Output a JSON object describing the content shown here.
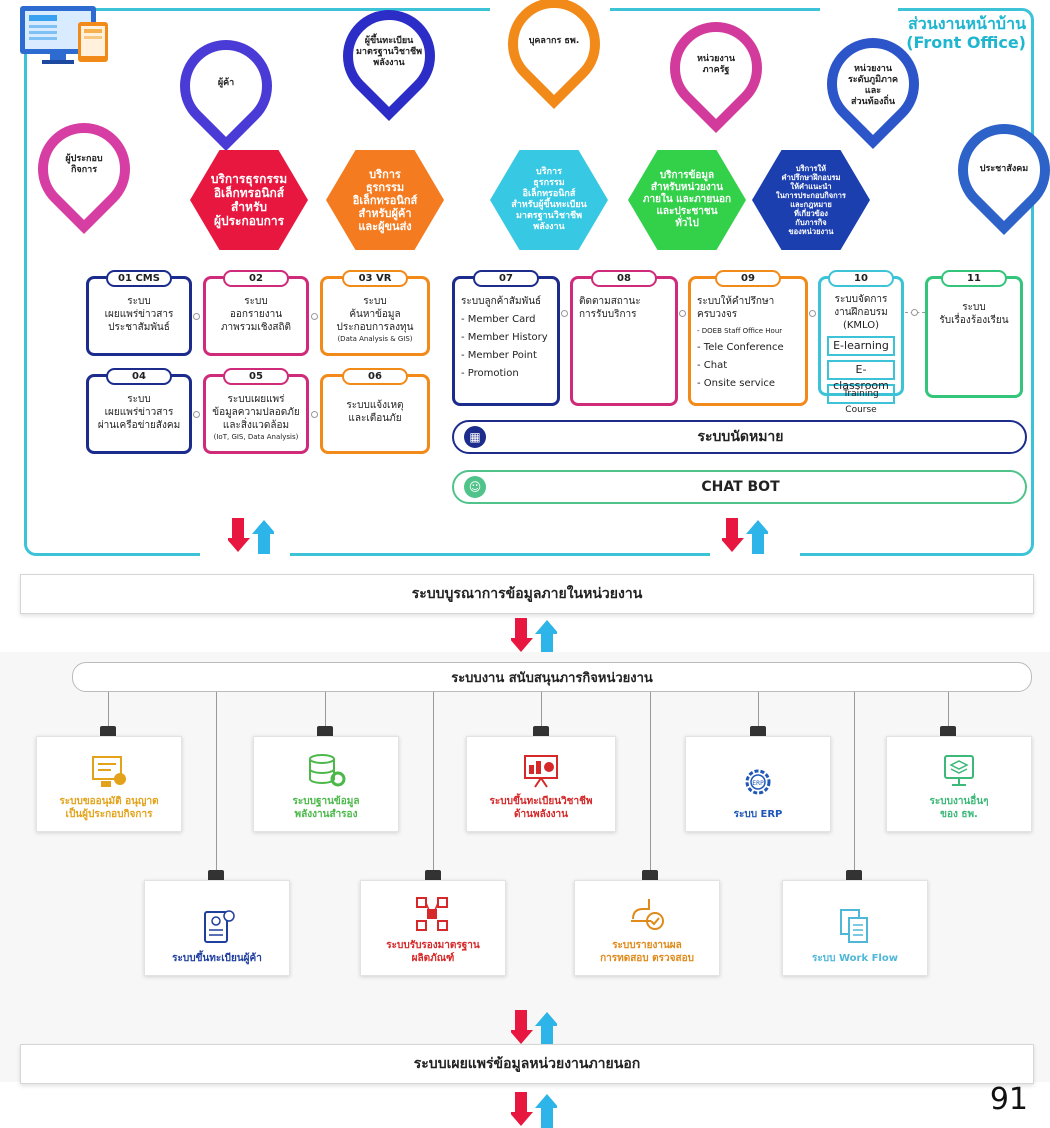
{
  "front_office": {
    "title_line1": "ส่วนงานหน้าบ้าน",
    "title_line2": "(Front Office)"
  },
  "pins": [
    {
      "id": "entrepreneur",
      "label": "ผู้ประกอบ\nกิจการ",
      "color": "#d63ea3"
    },
    {
      "id": "trader",
      "label": "ผู้ค้า",
      "color": "#4b3bd6"
    },
    {
      "id": "registrant",
      "label": "ผู้ขึ้นทะเบียน\nมาตรฐานวิชาชีพ\nพลังงาน",
      "color": "#2c2cc7"
    },
    {
      "id": "staff",
      "label": "บุคลากร ธพ.",
      "color": "#f28a1a"
    },
    {
      "id": "gov",
      "label": "หน่วยงาน\nภาครัฐ",
      "color": "#d23a9c"
    },
    {
      "id": "local",
      "label": "หน่วยงาน\nระดับภูมิภาค\nและ\nส่วนท้องถิ่น",
      "color": "#2b55c9"
    },
    {
      "id": "society",
      "label": "ประชาสังคม",
      "color": "#2d63c8"
    }
  ],
  "hexes": [
    {
      "label": "บริการธุรกรรม\nอิเล็กทรอนิกส์\nสำหรับ\nผู้ประกอบการ",
      "color": "#e8173f"
    },
    {
      "label": "บริการ\nธุรกรรม\nอิเล็กทรอนิกส์\nสำหรับผู้ค้า\nและผู้ขนส่ง",
      "color": "#f47b20"
    },
    {
      "label": "บริการ\nธุรกรรม\nอิเล็กทรอนิกส์\nสำหรับผู้ขึ้นทะเบียน\nมาตรฐานวิชาชีพ\nพลังงาน",
      "color": "#37c8e3"
    },
    {
      "label": "บริการข้อมูล\nสำหรับหน่วยงาน\nภายใน และภายนอก\nและประชาชน\nทั่วไป",
      "color": "#33d14a"
    },
    {
      "label": "บริการให้\nคำปรึกษาฝึกอบรม\nให้คำแนะนำ\nในการประกอบกิจการ\nและกฎหมาย\nที่เกี่ยวข้อง\nกับภารกิจ\nของหน่วยงาน",
      "color": "#1c3fb0"
    }
  ],
  "modules": {
    "m01": {
      "tag": "01 CMS",
      "lines": [
        "ระบบ",
        "เผยแพร่ข่าวสาร",
        "ประชาสัมพันธ์"
      ]
    },
    "m02": {
      "tag": "02",
      "lines": [
        "ระบบ",
        "ออกรายงาน",
        "ภาพรวมเชิงสถิติ"
      ]
    },
    "m03": {
      "tag": "03 VR",
      "lines": [
        "ระบบ",
        "ค้นหาข้อมูล",
        "ประกอบการลงทุน"
      ],
      "small": "(Data Analysis & GIS)"
    },
    "m04": {
      "tag": "04",
      "lines": [
        "ระบบ",
        "เผยแพร่ข่าวสาร",
        "ผ่านเครือข่ายสังคม"
      ]
    },
    "m05": {
      "tag": "05",
      "lines": [
        "ระบบเผยแพร่",
        "ข้อมูลความปลอดภัย",
        "และสิ่งแวดล้อม"
      ],
      "small": "(IoT, GIS, Data Analysis)"
    },
    "m06": {
      "tag": "06",
      "lines": [
        "ระบบแจ้งเหตุ",
        "และเตือนภัย"
      ]
    },
    "m07": {
      "tag": "07",
      "lines": [
        "ระบบลูกค้าสัมพันธ์",
        "- Member Card",
        "- Member History",
        "- Member Point",
        "- Promotion"
      ]
    },
    "m08": {
      "tag": "08",
      "lines": [
        "ติดตามสถานะ",
        "การรับบริการ"
      ]
    },
    "m09": {
      "tag": "09",
      "lines": [
        "ระบบให้คำปรึกษา",
        "ครบวงจร"
      ],
      "small": "- DOEB Staff Office Hour",
      "items": [
        "- Tele Conference",
        "- Chat",
        "- Onsite service"
      ]
    },
    "m10": {
      "tag": "10",
      "lines": [
        "ระบบจัดการ",
        "งานฝึกอบรม",
        "(KMLO)"
      ],
      "buttons": [
        "E-learning",
        "E-classroom",
        "Training Course"
      ]
    },
    "m11": {
      "tag": "11",
      "lines": [
        "ระบบ",
        "รับเรื่องร้องเรียน"
      ]
    }
  },
  "appointment": {
    "label": "ระบบนัดหมาย"
  },
  "chatbot": {
    "label": "CHAT BOT"
  },
  "integration_bar": {
    "label": "ระบบบูรณาการข้อมูลภายในหน่วยงาน"
  },
  "support_bar": {
    "label": "ระบบงาน สนับสนุนภารกิจหน่วยงาน"
  },
  "support_top": [
    {
      "label": "ระบบขออนุมัติ อนุญาต\nเป็นผู้ประกอบกิจการ",
      "color": "#e3a21a",
      "icon": "certificate-icon"
    },
    {
      "label": "ระบบฐานข้อมูล\nพลังงานสำรอง",
      "color": "#4cb84a",
      "icon": "database-gear-icon"
    },
    {
      "label": "ระบบขึ้นทะเบียนวิชาชีพ\nด้านพลังงาน",
      "color": "#d62828",
      "icon": "presentation-icon"
    },
    {
      "label": "ระบบ ERP",
      "color": "#1f57b8",
      "icon": "erp-gear-icon"
    },
    {
      "label": "ระบบงานอื่นๆ\nของ ธพ.",
      "color": "#3cb878",
      "icon": "layers-monitor-icon"
    }
  ],
  "support_bottom": [
    {
      "label": "ระบบขึ้นทะเบียนผู้ค้า",
      "color": "#1f3f9e",
      "icon": "register-clipboard-icon"
    },
    {
      "label": "ระบบรับรองมาตรฐาน\nผลิตภัณฑ์",
      "color": "#d62828",
      "icon": "network-icon"
    },
    {
      "label": "ระบบรายงานผล\nการทดสอบ ตรวจสอบ",
      "color": "#e08a1a",
      "icon": "hand-check-icon"
    },
    {
      "label": "ระบบ Work Flow",
      "color": "#4fb7d8",
      "icon": "workflow-docs-icon"
    }
  ],
  "external_bar": {
    "label": "ระบบเผยแพร่ข้อมูลหน่วยงานภายนอก"
  },
  "page_number": "91",
  "colors": {
    "frame": "#3cc3d8",
    "arrow_down": "#e8173f",
    "arrow_up": "#2db4e8"
  }
}
